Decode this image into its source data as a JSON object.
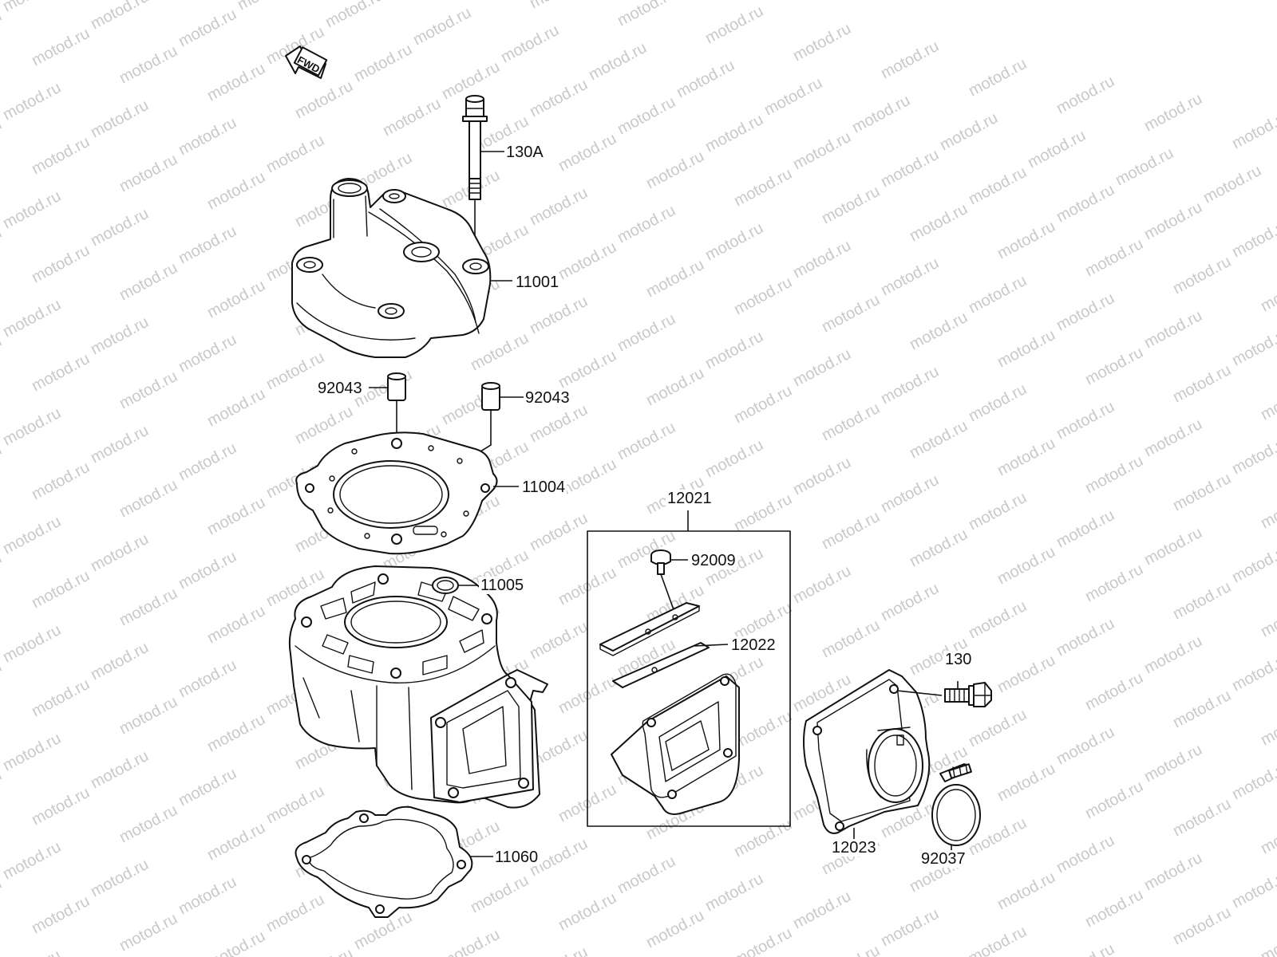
{
  "watermark": {
    "text": "motod.ru"
  },
  "fwd_marker": {
    "label": "FWD"
  },
  "callouts": {
    "p130A": "130A",
    "p11001": "11001",
    "p92043a": "92043",
    "p92043b": "92043",
    "p11004": "11004",
    "p11005": "11005",
    "p11060": "11060",
    "p12021": "12021",
    "p92009": "92009",
    "p12022": "12022",
    "p130": "130",
    "p12023": "12023",
    "p92037": "92037"
  },
  "icons": {
    "arrow": "fwd-arrow-icon"
  }
}
